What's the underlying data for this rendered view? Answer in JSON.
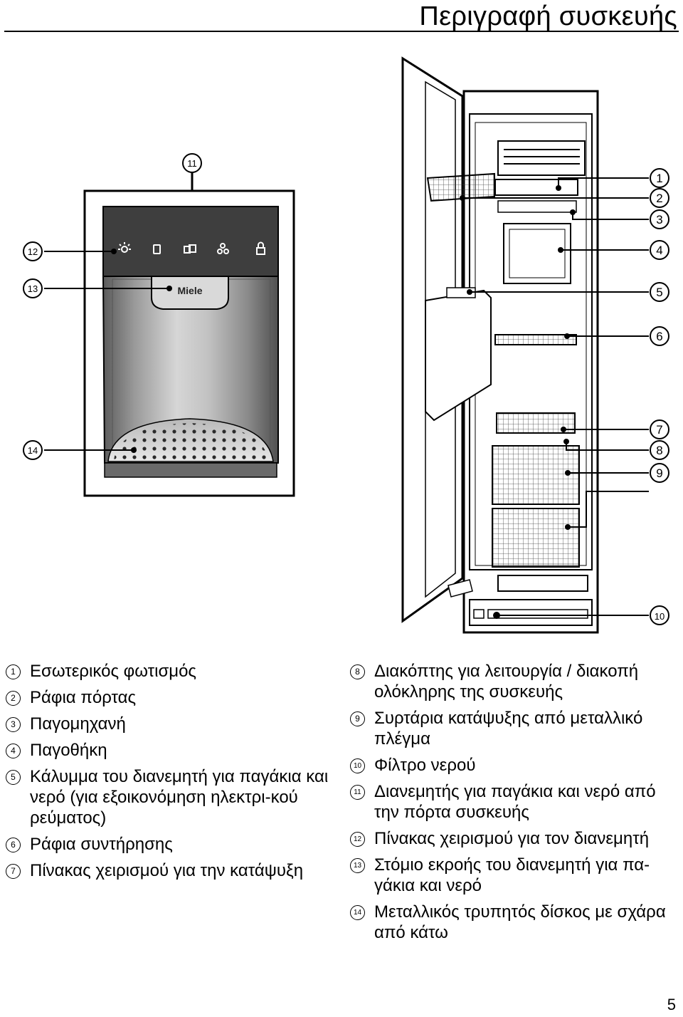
{
  "header": {
    "title": "Περιγραφή συσκευής"
  },
  "figure": {
    "brand": "Miele",
    "callouts": [
      "1",
      "2",
      "3",
      "4",
      "5",
      "6",
      "7",
      "8",
      "9",
      "10",
      "11",
      "12",
      "13",
      "14"
    ]
  },
  "legend": {
    "left": [
      {
        "num": "1",
        "text": "Εσωτερικός φωτισμός"
      },
      {
        "num": "2",
        "text": "Ράφια πόρτας"
      },
      {
        "num": "3",
        "text": "Παγομηχανή"
      },
      {
        "num": "4",
        "text": "Παγοθήκη"
      },
      {
        "num": "5",
        "text": "Κάλυμμα του διανεμητή για παγάκια και νερό (για εξοικονόμηση ηλεκτρι-κού ρεύματος)"
      },
      {
        "num": "6",
        "text": "Ράφια συντήρησης"
      },
      {
        "num": "7",
        "text": "Πίνακας χειρισμού για την κατάψυξη"
      }
    ],
    "right": [
      {
        "num": "8",
        "text": "Διακόπτης για λειτουργία / διακοπή ολόκληρης της συσκευής"
      },
      {
        "num": "9",
        "text": "Συρτάρια κατάψυξης από μεταλλικό πλέγμα"
      },
      {
        "num": "10",
        "text": "Φίλτρο νερού"
      },
      {
        "num": "11",
        "text": "Διανεμητής για παγάκια και νερό από την πόρτα συσκευής"
      },
      {
        "num": "12",
        "text": "Πίνακας χειρισμού για τον διανεμητή"
      },
      {
        "num": "13",
        "text": "Στόμιο εκροής του διανεμητή για πα-γάκια και νερό"
      },
      {
        "num": "14",
        "text": "Μεταλλικός τρυπητός δίσκος με σχάρα από κάτω"
      }
    ]
  },
  "page_number": "5"
}
